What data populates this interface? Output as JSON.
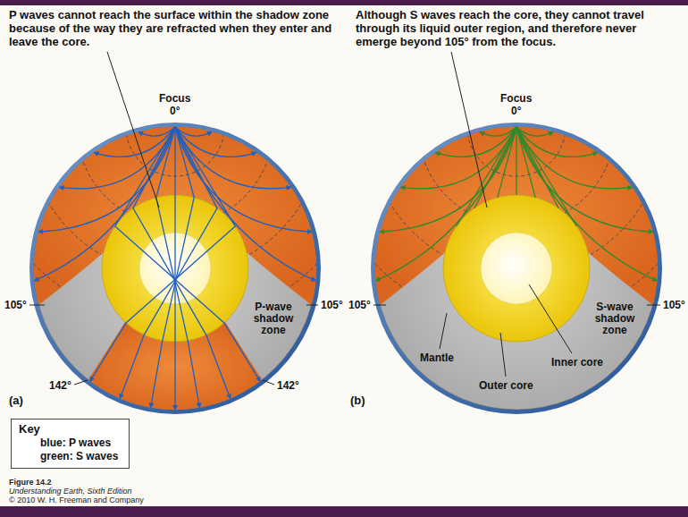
{
  "diagram": {
    "nodes": [
      {
        "text": [
          "Key"
        ]
      }
    ],
    "labels": [
      "P waves cannot reach the surface within the shadow zone because of the way they are refracted when they enter and leave the core.",
      "Although S waves reach the core, they cannot travel through its liquid outer region, and therefore never emerge beyond 105° from the focus.",
      "Focus",
      "0°",
      "105°",
      "105°",
      "P-wave shadow zone",
      "142°",
      "142°",
      "(a)",
      "Focus",
      "0°",
      "105°",
      "105°",
      "S-wave shadow zone",
      "Mantle",
      "Outer core",
      "Inner core",
      "(b)",
      "Figure 14.2",
      "Understanding Earth, Sixth Edition",
      "© 2010 W. H. Freeman and Company"
    ],
    "legend": [
      {
        "text": "blue: P waves"
      },
      {
        "text": "green: S waves"
      }
    ]
  }
}
